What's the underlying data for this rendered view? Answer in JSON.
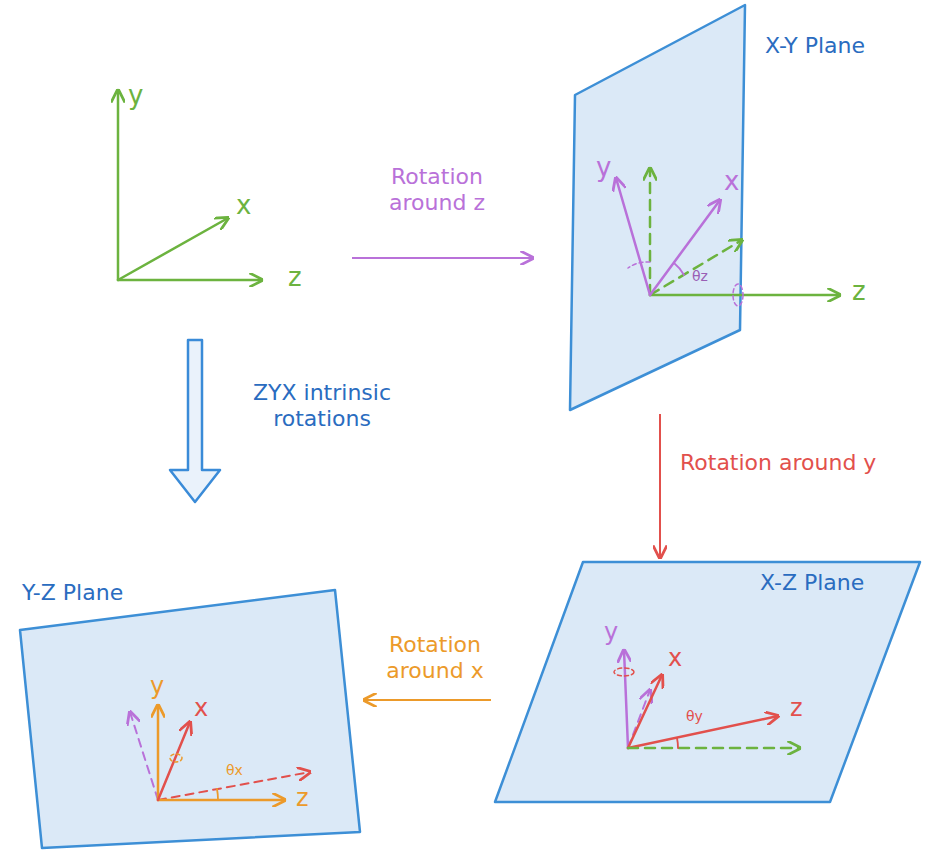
{
  "diagram": {
    "nodes": [
      {
        "text": [
          "X-Y Plane"
        ]
      },
      {
        "text": [
          "Y-Z Plane"
        ]
      },
      {
        "text": [
          "X-Z Plane"
        ]
      }
    ],
    "edges": [
      {
        "from": 0,
        "to": 2,
        "label": "Rotation around y",
        "arrow": "to"
      },
      {
        "from": 2,
        "to": 1,
        "label": "Rotation around x",
        "arrow": "to"
      }
    ],
    "labels": [
      "y",
      "x",
      "z",
      "Rotation around z",
      "ZYX intrinsic rotations",
      "y",
      "x",
      "z",
      "θz",
      "y",
      "x",
      "z",
      "θy",
      "y",
      "x",
      "z",
      "θx"
    ]
  }
}
